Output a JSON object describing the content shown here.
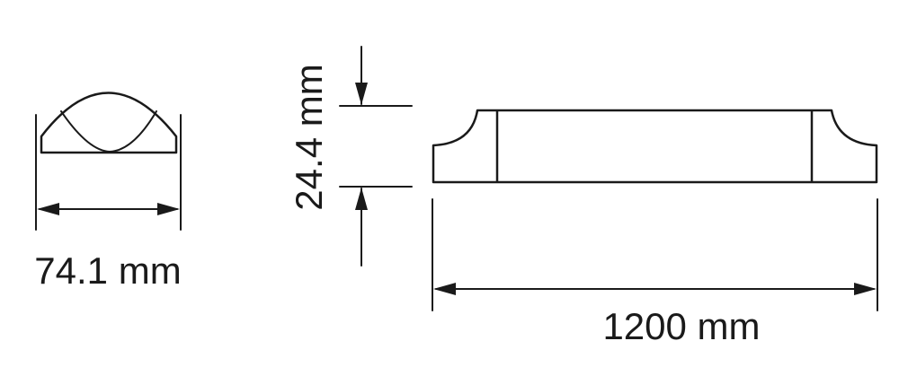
{
  "dimensions": {
    "width_label": "74.1 mm",
    "height_label": "24.4 mm",
    "length_label": "1200 mm"
  },
  "colors": {
    "ink": "#1a1a1a",
    "background": "#ffffff"
  }
}
